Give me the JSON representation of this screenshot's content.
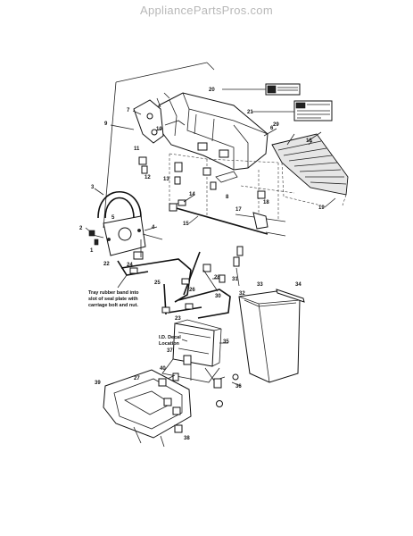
{
  "header": {
    "watermark": "AppliancePartsPros.com"
  },
  "diagram": {
    "note_lines": [
      "Tray rubber band into",
      "slot of seal plate with",
      "carriage bolt and nut."
    ],
    "callout_lines": [
      "I.D. Decal",
      "Location"
    ],
    "part_labels": [
      "1",
      "2",
      "3",
      "4",
      "5",
      "6",
      "7",
      "8",
      "9",
      "10",
      "11",
      "12",
      "13",
      "14",
      "15",
      "16",
      "17",
      "18",
      "19",
      "20",
      "21",
      "22",
      "23",
      "24",
      "25",
      "26",
      "27",
      "28",
      "29",
      "30",
      "31",
      "32",
      "33",
      "34",
      "35",
      "36",
      "37",
      "38",
      "39",
      "40"
    ]
  }
}
